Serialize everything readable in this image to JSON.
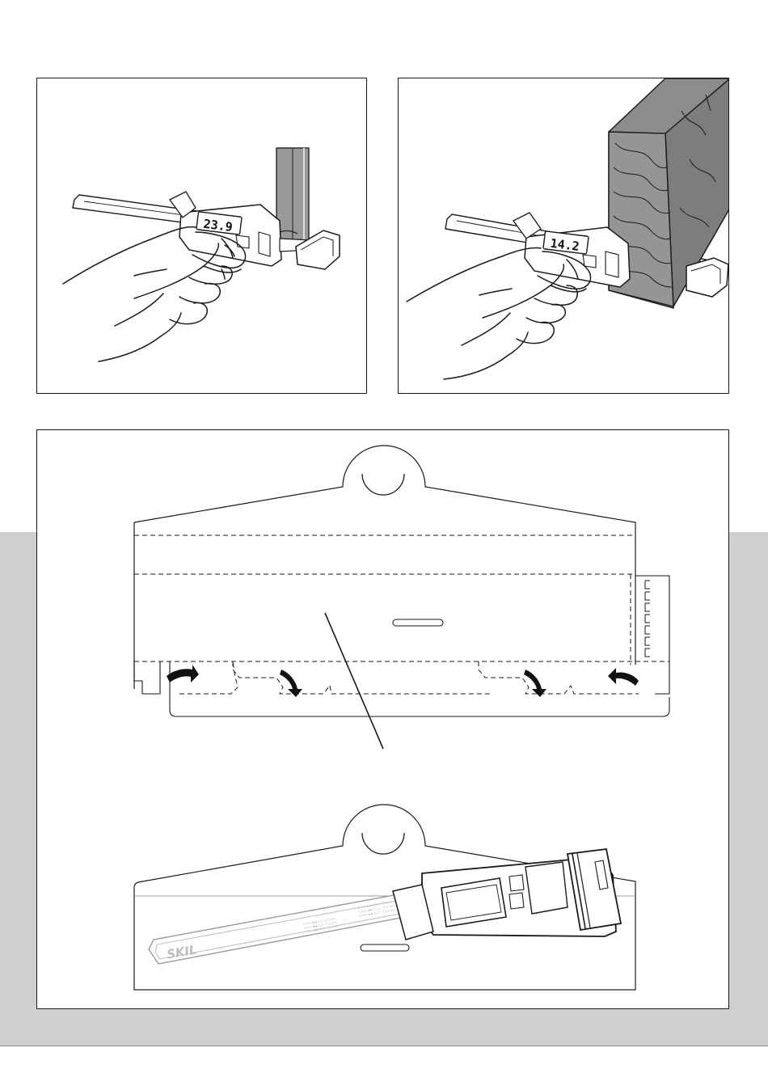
{
  "figures": {
    "fig1": {
      "display_reading": "23.9"
    },
    "fig2": {
      "display_reading": "14.2"
    },
    "fig3": {
      "brand_logo": "SKIL",
      "scale_rows": [
        "2 mm  ▬▬ 6,5 - 8,5 mm",
        "3 mm  ▬▬ 8,5 - 9,5 mm",
        "3 mm  ▬▬ 9,5 - 10,5 mm",
        "4 mm  ▬▬ 10,5 - 11,5 mm",
        "5 mm  ▬▬ 11,5 - 12,5 mm",
        "6 mm  ▬▬ 12,5 - 13,5 mm"
      ]
    }
  },
  "colors": {
    "background": "#ffffff",
    "gray_band": "#cfcfcf",
    "ink": "#1a1a1a",
    "wood_fill": "#8c8c8c",
    "post_fill": "#9a9a9a"
  },
  "icons": {
    "fold_arrow": "curved-arrow-icon",
    "hang_hole": "hanging-hole-icon"
  }
}
